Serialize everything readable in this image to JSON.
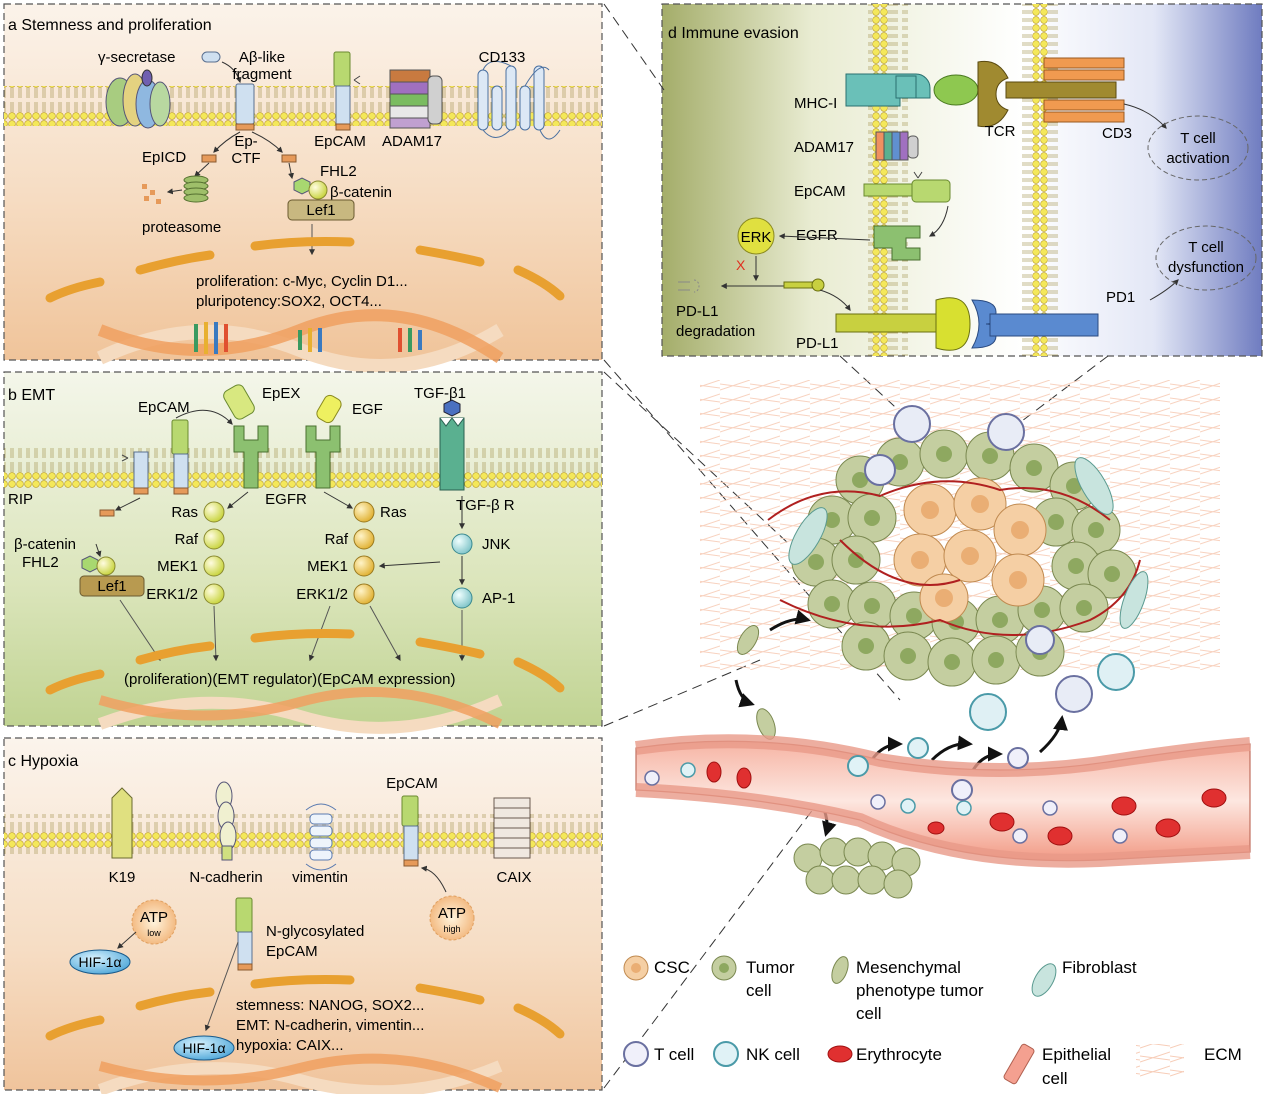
{
  "panels": {
    "a": {
      "title": "a Stemness and proliferation",
      "gamma_secretase": "γ-secretase",
      "abeta_line1": "Aβ-like",
      "abeta_line2": "fragment",
      "cd133": "CD133",
      "epctf_line1": "Ep-",
      "epctf_line2": "CTF",
      "epcam": "EpCAM",
      "adam17": "ADAM17",
      "epicd": "EpICD",
      "fhl2": "FHL2",
      "beta_catenin": "β-catenin",
      "proteasome": "proteasome",
      "lef1": "Lef1",
      "proliferation": "proliferation: c-Myc, Cyclin D1...",
      "pluripotency": "pluripotency:SOX2, OCT4..."
    },
    "b": {
      "title": "b EMT",
      "epcam": "EpCAM",
      "epex": "EpEX",
      "egf": "EGF",
      "tgf_b1": "TGF-β1",
      "rip": "RIP",
      "egfr": "EGFR",
      "tgf_b_r": "TGF-β R",
      "left_path": [
        "Ras",
        "Raf",
        "MEK1",
        "ERK1/2"
      ],
      "right_path": [
        "Ras",
        "Raf",
        "MEK1",
        "ERK1/2"
      ],
      "jnk": "JNK",
      "ap1": "AP-1",
      "beta_catenin": "β-catenin",
      "fhl2": "FHL2",
      "lef1": "Lef1",
      "outcome": "(proliferation)(EMT regulator)(EpCAM expression)"
    },
    "c": {
      "title": "c Hypoxia",
      "epcam": "EpCAM",
      "k19": "K19",
      "n_cadherin": "N-cadherin",
      "vimentin": "vimentin",
      "caix": "CAIX",
      "atp": "ATP",
      "low": "low",
      "high": "high",
      "hif": "HIF-1α",
      "n_glyco_line1": "N-glycosylated",
      "n_glyco_line2": "EpCAM",
      "stemness": "stemness: NANOG, SOX2...",
      "emt": "EMT: N-cadherin, vimentin...",
      "hypoxia": "hypoxia: CAIX..."
    },
    "d": {
      "title": "d Immune evasion",
      "mhc": "MHC-I",
      "tcr": "TCR",
      "cd3": "CD3",
      "adam17": "ADAM17",
      "epcam": "EpCAM",
      "egfr": "EGFR",
      "erk": "ERK",
      "x_mark": "X",
      "pdl1_degradation_line1": "PD-L1",
      "pdl1_degradation_line2": "degradation",
      "pdl1": "PD-L1",
      "pd1": "PD1",
      "t_activation_line1": "T cell",
      "t_activation_line2": "activation",
      "t_dysfunction_line1": "T cell",
      "t_dysfunction_line2": "dysfunction"
    }
  },
  "legend": {
    "csc": "CSC",
    "tumor_line1": "Tumor",
    "tumor_line2": "cell",
    "mesen_line1": "Mesenchymal",
    "mesen_line2": "phenotype tumor",
    "mesen_line3": "cell",
    "fibroblast": "Fibroblast",
    "tcell": "T cell",
    "nkcell": "NK cell",
    "erythrocyte": "Erythrocyte",
    "epith_line1": "Epithelial",
    "epith_line2": "cell",
    "ecm": "ECM"
  },
  "colors": {
    "membrane_head": "#f2e24a",
    "dna_orange": "#f0a030",
    "panel_bottom": "#f5c9a0",
    "emt_bottom": "#c9d99a",
    "immune_left": "#a8b070",
    "immune_right": "#7080c0",
    "vessel": "#f4a090",
    "tumor_green": "#bcc890",
    "csc_orange": "#f0c090"
  }
}
